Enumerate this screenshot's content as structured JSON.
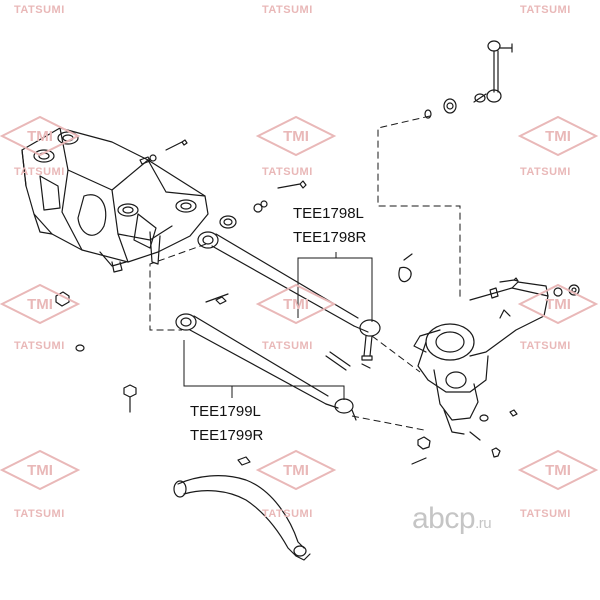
{
  "watermark": {
    "brand_text": "TATSUMI",
    "logo_text": "TMI",
    "color": "#e9b8b8"
  },
  "labels": {
    "upper_arm_left": "TEE1798L",
    "upper_arm_right": "TEE1798R",
    "lower_arm_left": "TEE1799L",
    "lower_arm_right": "TEE1799R"
  },
  "site_mark": {
    "name": "abcp",
    "tld": ".ru",
    "color": "#c5c5c5"
  }
}
